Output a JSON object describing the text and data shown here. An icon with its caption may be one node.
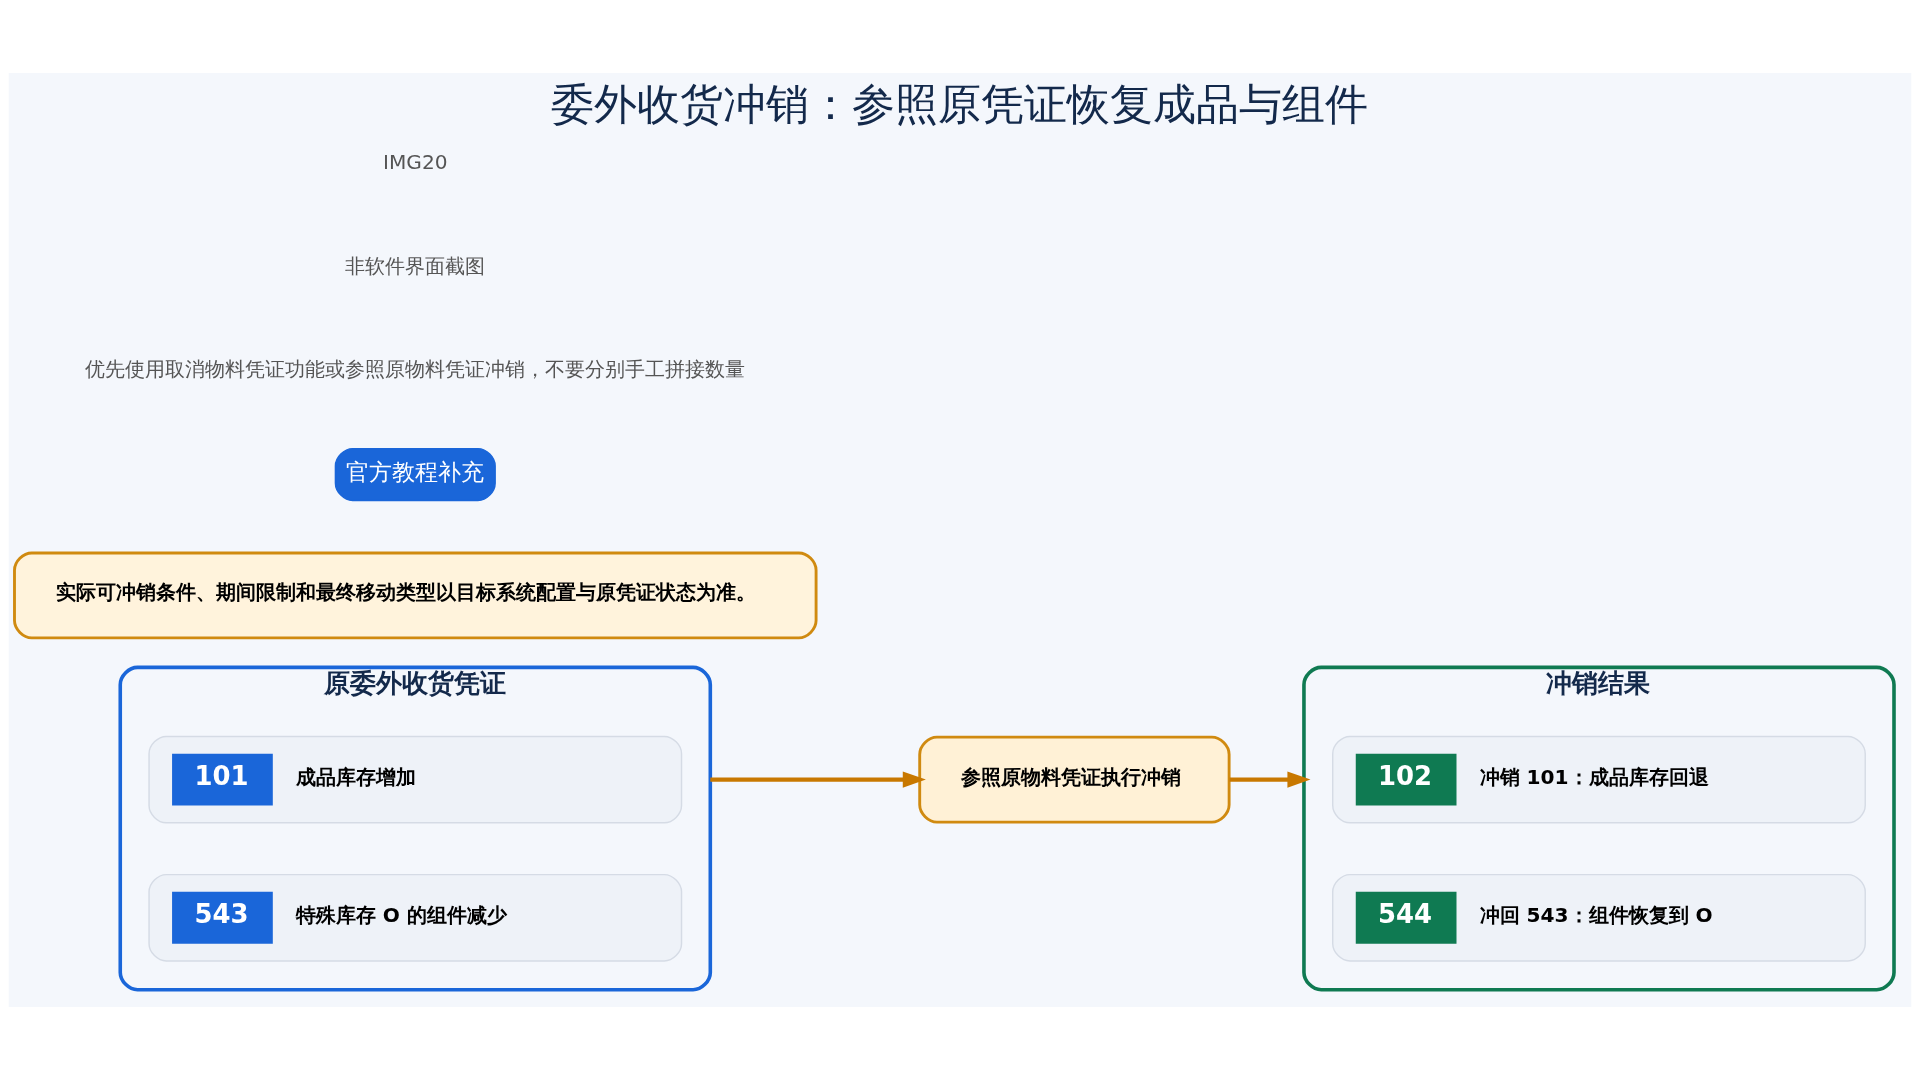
{
  "diagram": {
    "title": "委外收货冲销：参照原凭证恢复成品与组件",
    "nodes": [
      {
        "text": [
          "原委外收货凭证"
        ]
      },
      {
        "text": [
          "101",
          "成品库存增加"
        ],
        "in": 0
      },
      {
        "text": [
          "543",
          "特殊库存 O 的组件减少"
        ],
        "in": 0
      },
      {
        "text": [
          "参照原物料凭证执行冲销"
        ]
      },
      {
        "text": [
          "冲销结果"
        ]
      },
      {
        "text": [
          "102",
          "冲销 101：成品库存回退"
        ],
        "in": 4
      },
      {
        "text": [
          "544",
          "冲回 543：组件恢复到 O"
        ],
        "in": 4
      },
      {
        "text": [
          "实际可冲销条件、期间限制和最终移动类型以目标系统配置与原凭证状态为准。"
        ]
      }
    ],
    "edges": [
      {
        "from": 0,
        "to": 3,
        "arrow": "to"
      },
      {
        "from": 3,
        "to": 4,
        "arrow": "to"
      }
    ],
    "labels": [
      "官方教程补充",
      "优先使用取消物料凭证功能或参照原物料凭证冲销，不要分别手工拼接数量",
      "非软件界面截图",
      "IMG20"
    ]
  }
}
